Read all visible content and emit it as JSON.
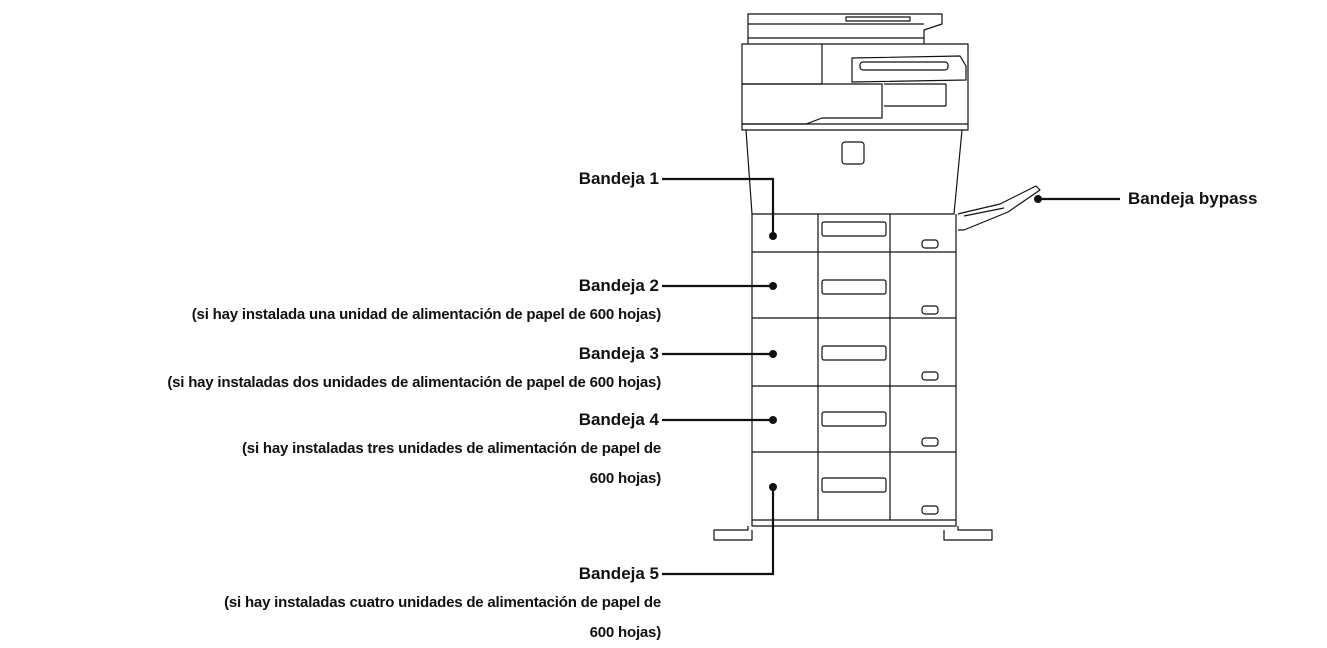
{
  "trays": [
    {
      "id": "tray1",
      "title": "Bandeja 1",
      "note_lines": []
    },
    {
      "id": "tray2",
      "title": "Bandeja 2",
      "note_lines": [
        "(si hay instalada una unidad de alimentación de papel de 600 hojas)"
      ]
    },
    {
      "id": "tray3",
      "title": "Bandeja 3",
      "note_lines": [
        "(si hay instaladas dos unidades de alimentación de papel de 600 hojas)"
      ]
    },
    {
      "id": "tray4",
      "title": "Bandeja 4",
      "note_lines": [
        "(si hay instaladas tres unidades de alimentación de papel de",
        "600 hojas)"
      ]
    },
    {
      "id": "tray5",
      "title": "Bandeja 5",
      "note_lines": [
        "(si hay instaladas cuatro unidades de alimentación de papel de",
        "600 hojas)"
      ]
    }
  ],
  "bypass": {
    "title": "Bandeja bypass"
  },
  "colors": {
    "line": "#111111",
    "text": "#111111",
    "background": "#ffffff"
  }
}
